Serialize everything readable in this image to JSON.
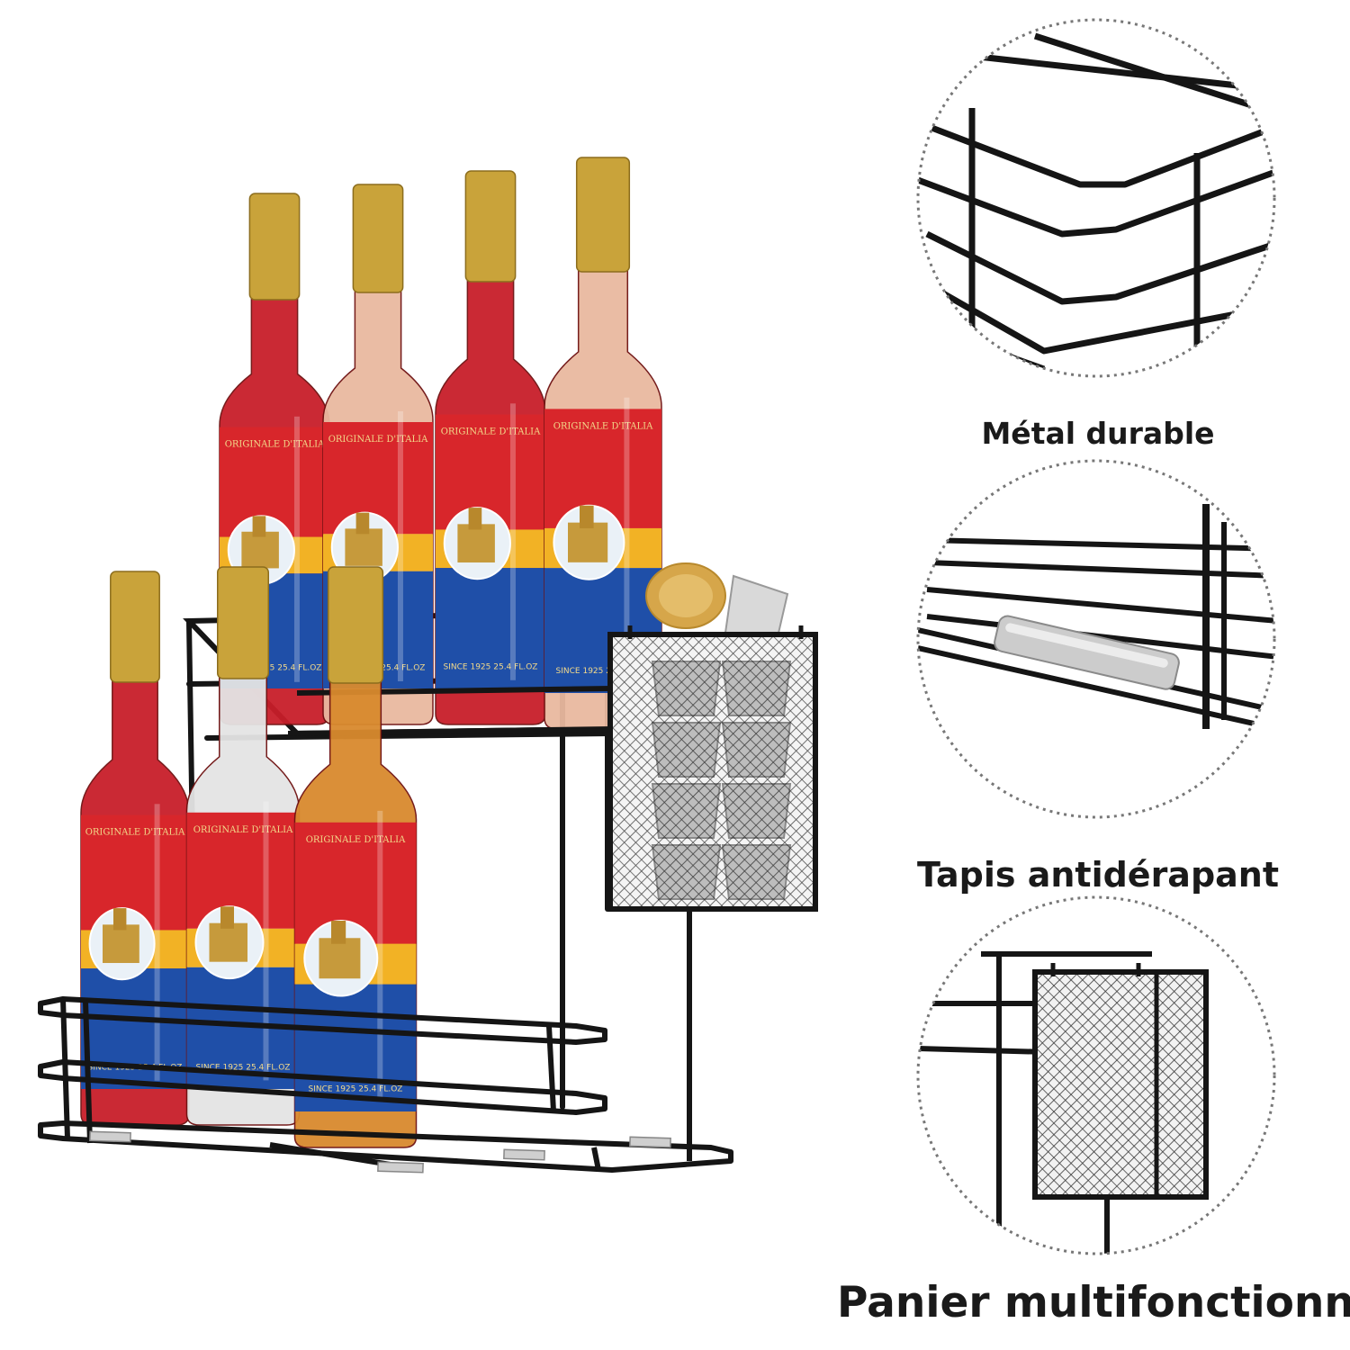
{
  "features": [
    {
      "label": "Métal durable"
    },
    {
      "label": "Tapis antidérapant"
    },
    {
      "label": "Panier multifonctionnel"
    }
  ],
  "bottle_label": {
    "brand_text": "ORIGINALE D'ITALIA",
    "since_text": "SINCE 1925",
    "volume_text": "25.4 FL.OZ"
  },
  "colors": {
    "rack_metal": "#151515",
    "bottle_cap": "#c9a33a",
    "label_red": "#d8262b",
    "label_yellow": "#f2b225",
    "label_blue": "#1f4fa8",
    "syrup_red": "#c81e2a",
    "syrup_peach": "#e9b9a0",
    "syrup_clear": "#e4e4e4",
    "syrup_amber": "#d98a2e",
    "pod_grey": "#bdbdbd",
    "pod_lid_gold": "#d6a64a"
  },
  "bottles": [
    {
      "row": "top",
      "liquid": "syrup_red"
    },
    {
      "row": "top",
      "liquid": "syrup_peach"
    },
    {
      "row": "top",
      "liquid": "syrup_red"
    },
    {
      "row": "top",
      "liquid": "syrup_peach"
    },
    {
      "row": "bottom",
      "liquid": "syrup_red"
    },
    {
      "row": "bottom",
      "liquid": "syrup_clear"
    },
    {
      "row": "bottom",
      "liquid": "syrup_amber"
    }
  ]
}
